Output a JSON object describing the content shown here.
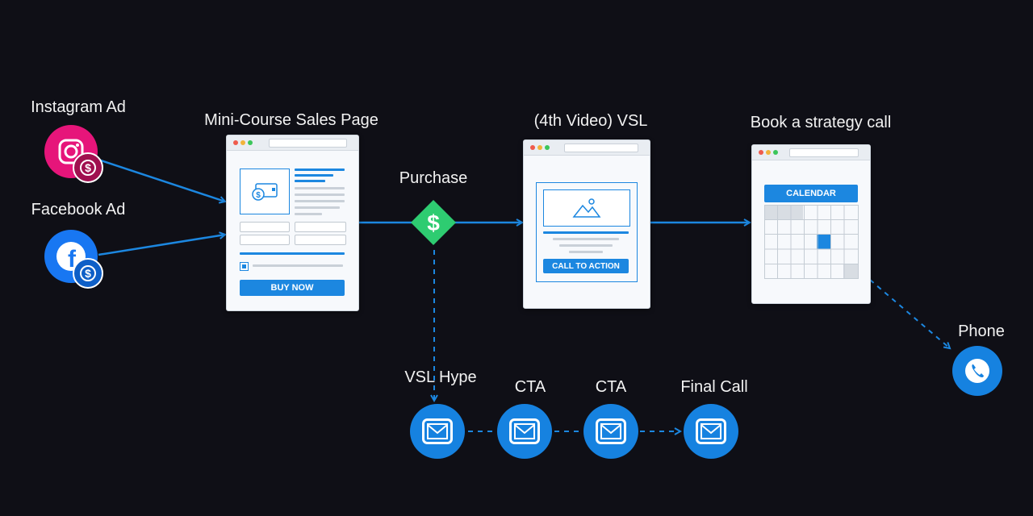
{
  "nodes": {
    "instagram_ad": "Instagram Ad",
    "facebook_ad": "Facebook Ad",
    "sales_page": "Mini-Course Sales Page",
    "purchase": "Purchase",
    "vsl": "(4th Video) VSL",
    "strategy_call": "Book a strategy call",
    "phone": "Phone",
    "vsl_hype": "VSL Hype",
    "cta_1": "CTA",
    "cta_2": "CTA",
    "final_call": "Final Call"
  },
  "buttons": {
    "buy_now": "BUY NOW",
    "call_to_action": "CALL TO ACTION",
    "calendar": "CALENDAR"
  },
  "icons": {
    "instagram": "instagram-icon",
    "facebook": "facebook-icon",
    "dollar": "dollar-icon",
    "email": "email-icon",
    "phone": "phone-icon",
    "image": "image-icon"
  },
  "colors": {
    "background": "#0f0f16",
    "accent_blue": "#1682e0",
    "instagram_pink": "#e6157a",
    "purchase_green": "#2ecc71"
  }
}
